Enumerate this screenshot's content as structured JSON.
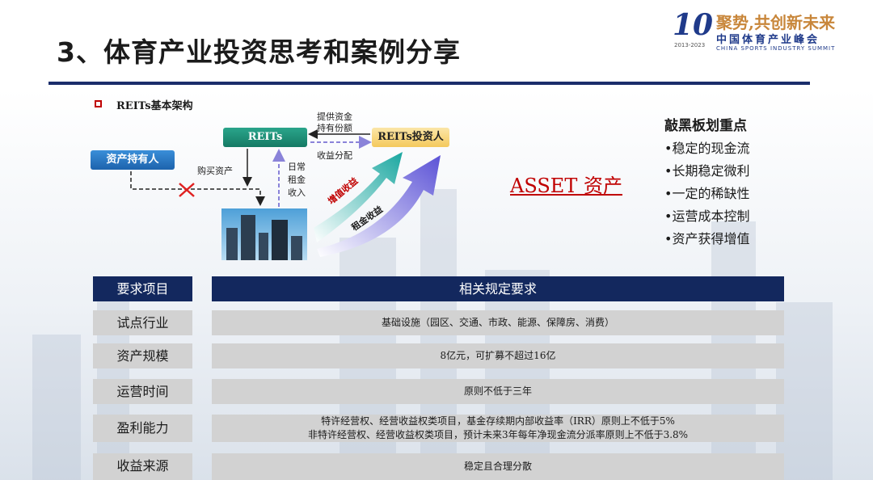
{
  "header": {
    "title": "3、体育产业投资思考和案例分享",
    "logo": {
      "number": "10",
      "years": "2013-2023",
      "slogan": "聚势,共创新未来",
      "name_cn": "中国体育产业峰会",
      "name_en": "CHINA SPORTS INDUSTRY SUMMIT"
    }
  },
  "section": {
    "label": "REITs基本架构"
  },
  "diagram": {
    "reits": "REITs",
    "investor": "REITs投资人",
    "holder": "资产持有人",
    "provide_funds": "提供资金",
    "hold_shares": "持有份额",
    "profit_distribution": "收益分配",
    "buy_assets": "购买资产",
    "daily_rent_1": "日常",
    "daily_rent_2": "租金",
    "daily_rent_3": "收入",
    "appreciation_gain": "增值收益",
    "rent_gain": "租金收益"
  },
  "asset_label": "ASSET 资产",
  "key_points": {
    "title": "敲黑板划重点",
    "items": [
      "•稳定的现金流",
      "•长期稳定微利",
      "•一定的稀缺性",
      "•运营成本控制",
      "•资产获得增值"
    ]
  },
  "table": {
    "headers": [
      "要求项目",
      "相关规定要求"
    ],
    "rows": [
      {
        "label": "试点行业",
        "lines": [
          "基础设施（园区、交通、市政、能源、保障房、消费）"
        ]
      },
      {
        "label": "资产规模",
        "lines": [
          "8亿元，可扩募不超过16亿"
        ]
      },
      {
        "label": "运营时间",
        "lines": [
          "原则不低于三年"
        ]
      },
      {
        "label": "盈利能力",
        "lines": [
          "特许经营权、经营收益权类项目，基金存续期内部收益率（IRR）原则上不低于5%",
          "非特许经营权、经营收益权类项目，预计未来3年每年净现金流分派率原则上不低于3.8%"
        ]
      },
      {
        "label": "收益来源",
        "lines": [
          "稳定且合理分散"
        ]
      }
    ]
  },
  "colors": {
    "title_rule": "#1a2d6b",
    "table_header": "#13285e",
    "table_cell": "#d2d2d2",
    "accent_red": "#c00000",
    "reits_green": "#1f8f74",
    "holder_blue": "#2a78c4",
    "investor_gold": "#f4c95c"
  }
}
